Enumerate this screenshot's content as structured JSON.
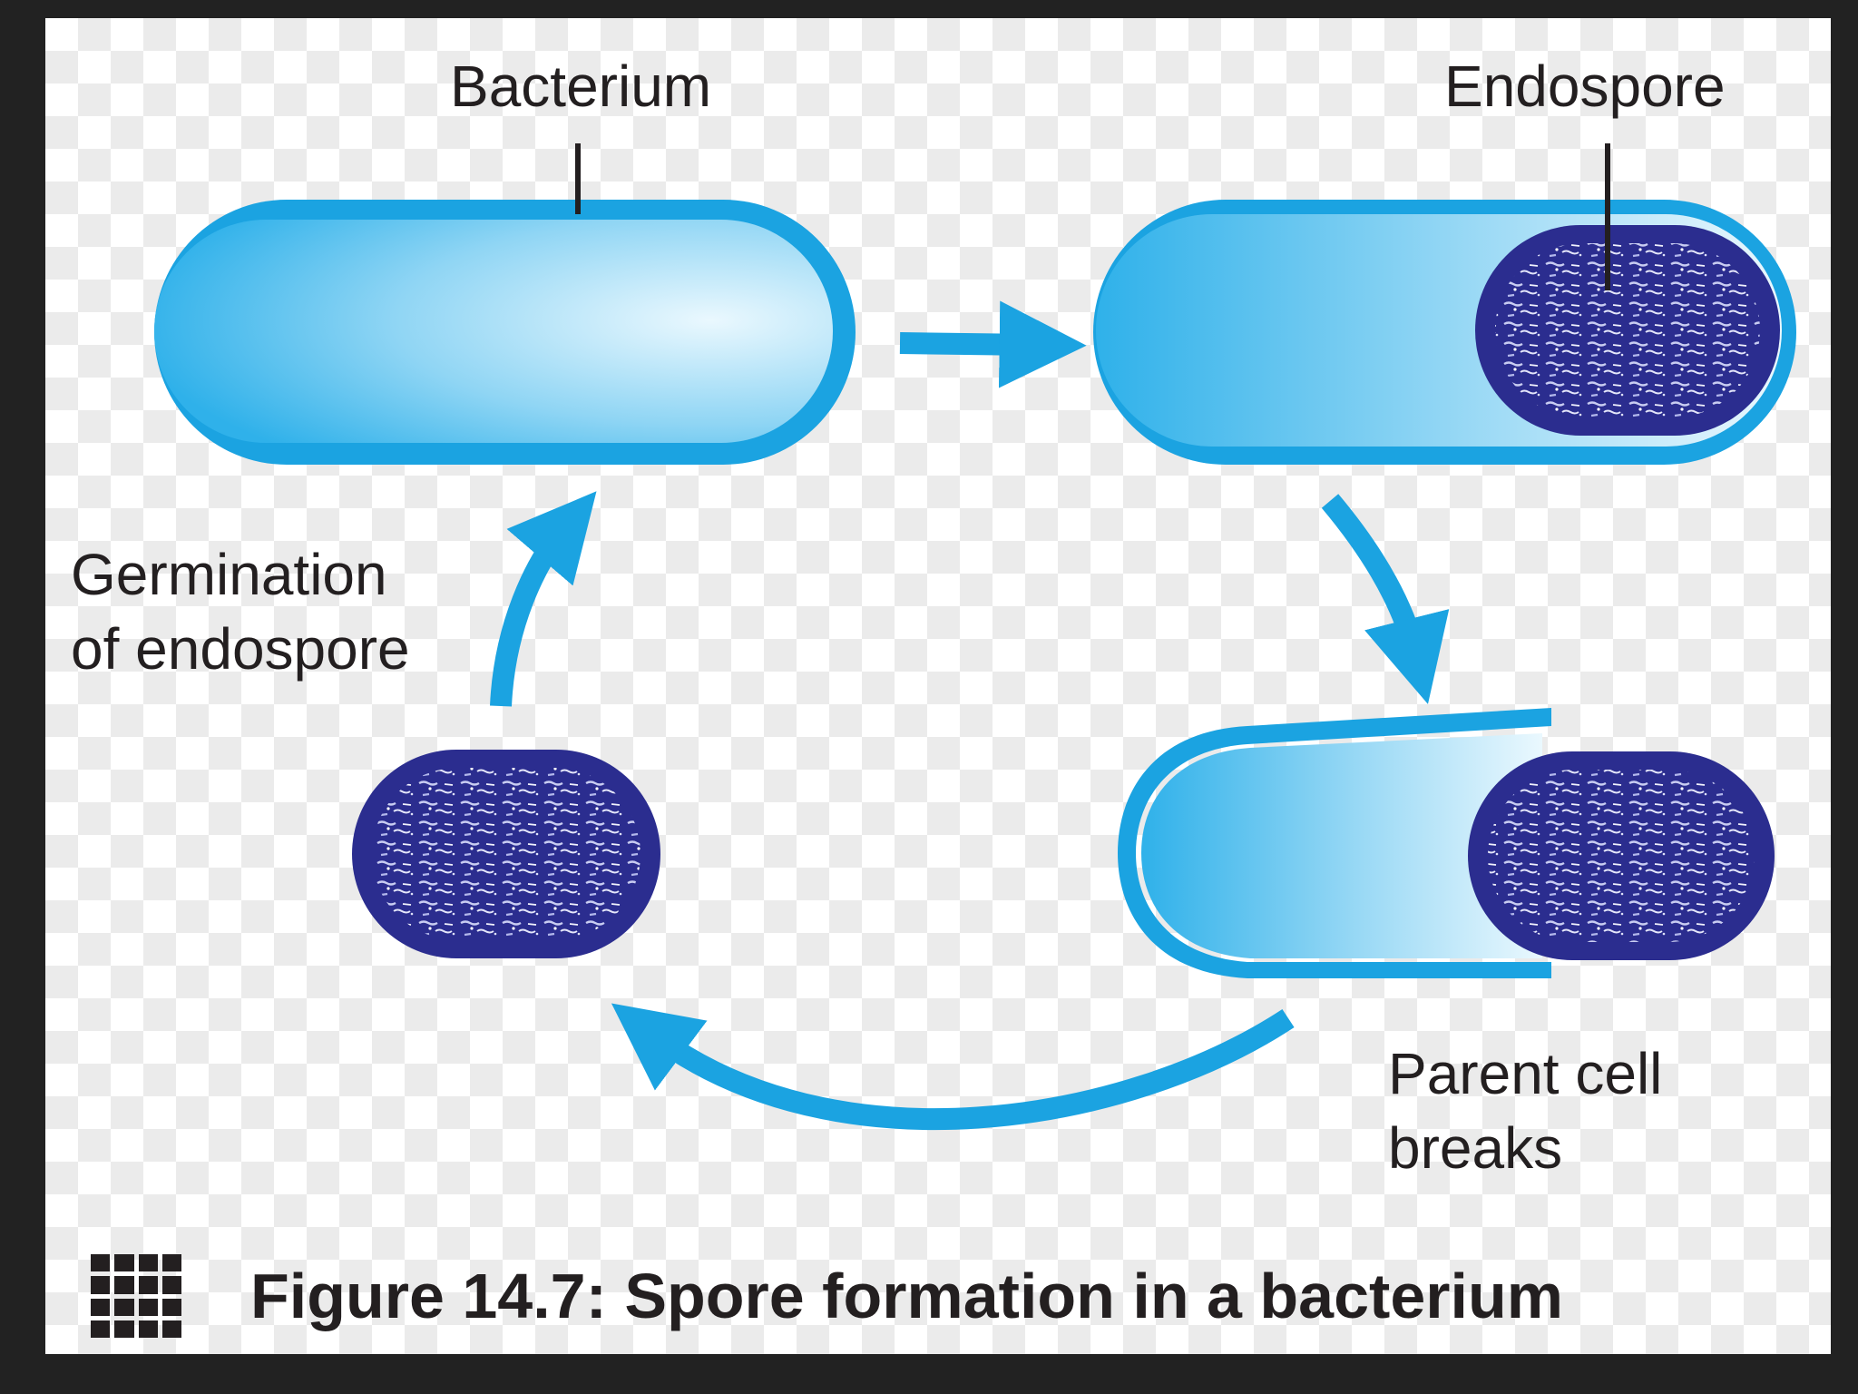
{
  "labels": {
    "bacterium": "Bacterium",
    "endospore": "Endospore",
    "germination_line1": "Germination",
    "germination_line2": "of endospore",
    "parent_cell_line1": "Parent cell",
    "parent_cell_line2": "breaks"
  },
  "caption": {
    "text": "Figure 14.7: Spore formation in a bacterium",
    "icon": "grid-icon"
  },
  "colors": {
    "frame": "#222222",
    "cell_outline": "#1ba3e1",
    "cell_fill_light": "#e8f7fd",
    "cell_fill_dark": "#2fb1ea",
    "spore": "#2b2d8f",
    "arrow": "#1ba3e1",
    "text": "#231f20"
  }
}
